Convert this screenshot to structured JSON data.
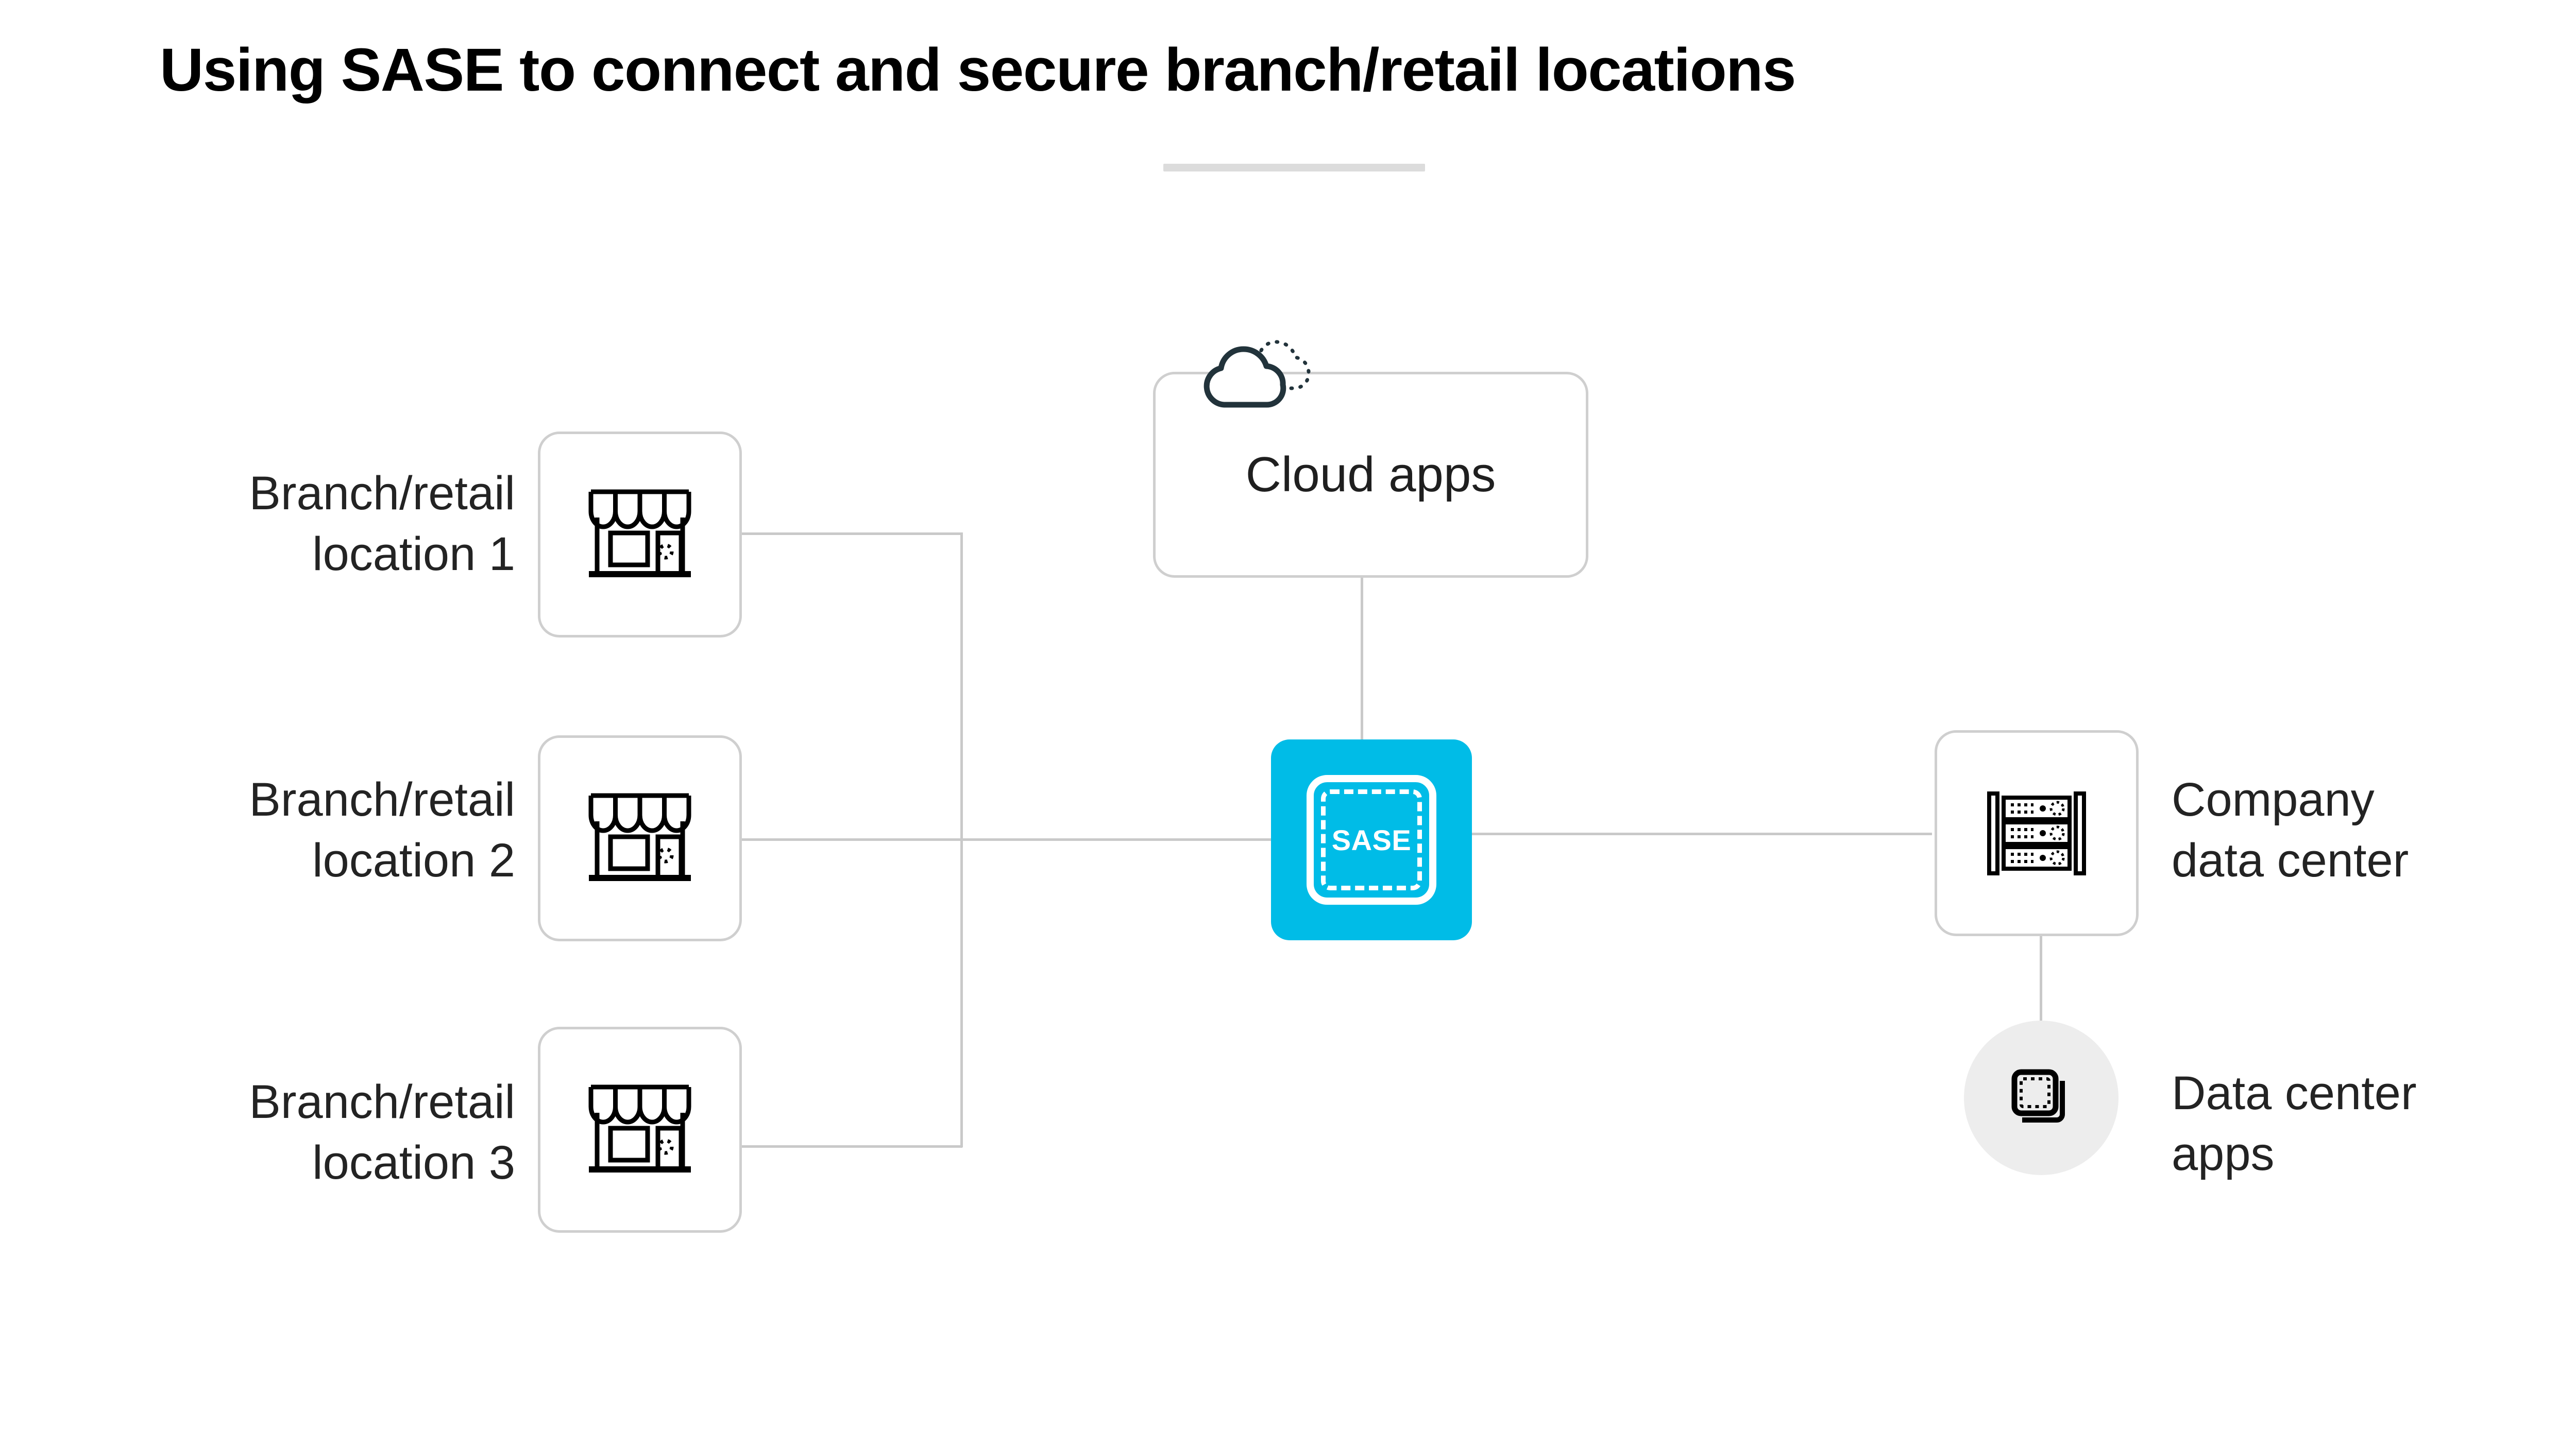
{
  "page": {
    "title": "Using SASE to connect and secure branch/retail locations",
    "background_color": "#ffffff"
  },
  "colors": {
    "accent_cyan": "#00bce7",
    "line_gray": "#c9c9c9",
    "box_border_gray": "#cfcfcf",
    "rule_gray": "#dcdcdc",
    "circle_fill_gray": "#ededed",
    "icon_dark": "#000000",
    "cloud_icon_dark": "#22333b",
    "text_dark": "#232323"
  },
  "diagram": {
    "branches": [
      {
        "label_line1": "Branch/retail",
        "label_line2": "location 1",
        "icon": "storefront-icon"
      },
      {
        "label_line1": "Branch/retail",
        "label_line2": "location 2",
        "icon": "storefront-icon"
      },
      {
        "label_line1": "Branch/retail",
        "label_line2": "location 3",
        "icon": "storefront-icon"
      }
    ],
    "cloud_apps": {
      "label": "Cloud apps",
      "icon": "cloud-icon"
    },
    "sase": {
      "label": "SASE",
      "icon": "sase-shield-icon"
    },
    "company_data_center": {
      "label_line1": "Company",
      "label_line2": "data center",
      "icon": "server-rack-icon"
    },
    "data_center_apps": {
      "label_line1": "Data center",
      "label_line2": "apps",
      "icon": "stacked-apps-icon"
    }
  }
}
